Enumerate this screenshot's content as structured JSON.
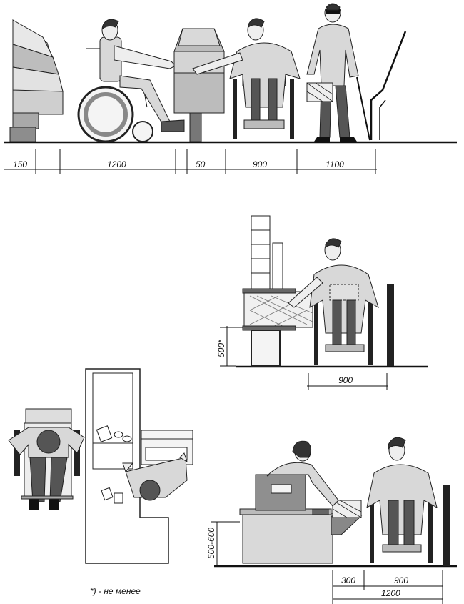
{
  "top": {
    "dims": [
      "150",
      "1200",
      "50",
      "900",
      "1100"
    ]
  },
  "mid": {
    "dims": {
      "height": "500*",
      "width": "900"
    }
  },
  "bottom": {
    "dims": {
      "height": "500-600",
      "w1": "300",
      "w2": "900",
      "total": "1200"
    }
  },
  "footnote": "*) - не менее"
}
